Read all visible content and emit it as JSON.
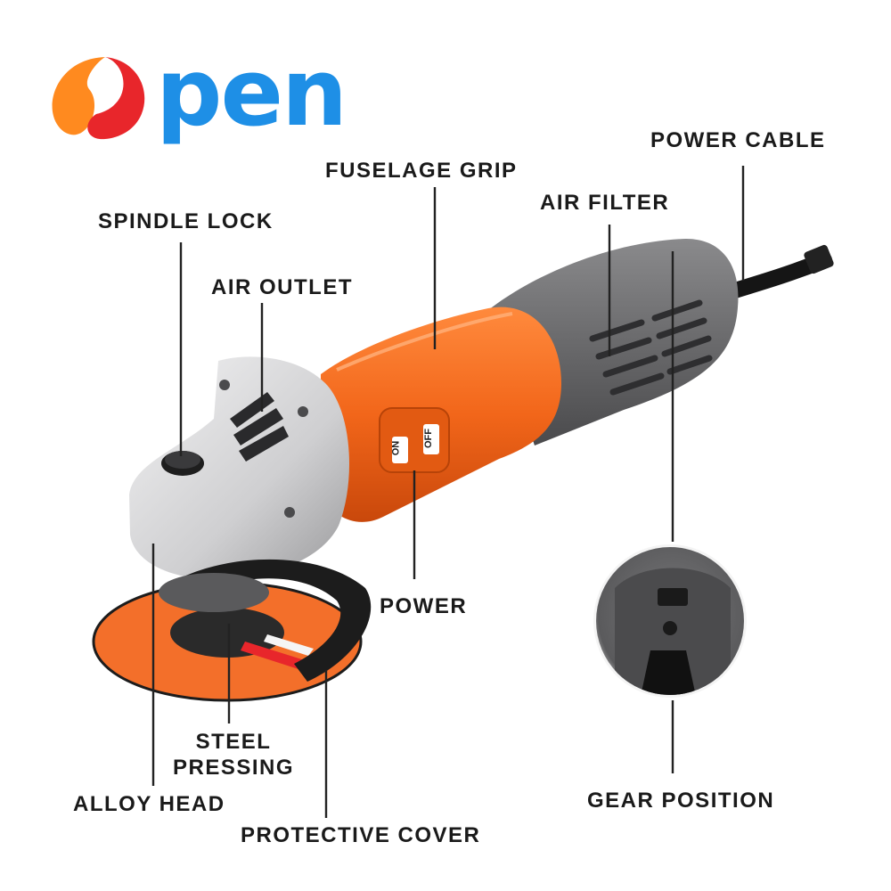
{
  "brand": {
    "logo_mark": "open",
    "text": "pen",
    "colors": {
      "orange": "#ff8a1f",
      "red": "#e8262b",
      "blue": "#1e8fe6"
    }
  },
  "labels": {
    "power_cable": "POWER CABLE",
    "fuselage_grip": "FUSELAGE GRIP",
    "air_filter": "AIR FILTER",
    "spindle_lock": "SPINDLE LOCK",
    "air_outlet": "AIR OUTLET",
    "power": "POWER",
    "steel_pressing_line1": "STEEL",
    "steel_pressing_line2": "PRESSING",
    "alloy_head": "ALLOY HEAD",
    "protective_cover": "PROTECTIVE COVER",
    "gear_position": "GEAR POSITION"
  },
  "switch": {
    "on": "ON",
    "off": "OFF"
  },
  "colors": {
    "body_orange": "#f26a1b",
    "body_gray": "#6c6c6e",
    "head_silver": "#cfcfd1",
    "disc_orange": "#f36f2a",
    "guard_black": "#1c1c1c",
    "text": "#1a1a1a"
  }
}
